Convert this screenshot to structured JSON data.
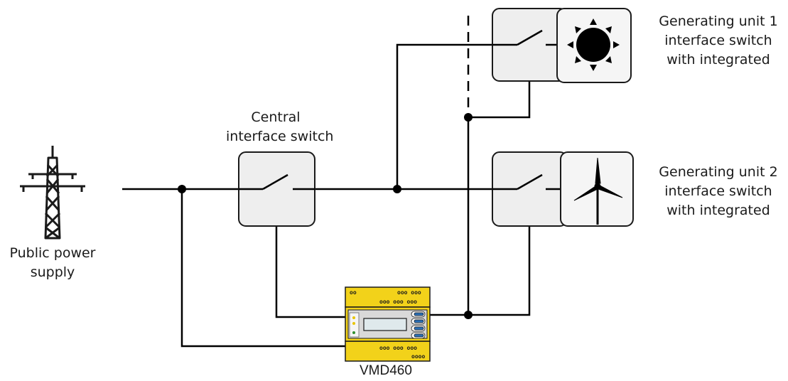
{
  "labels": {
    "public_supply": [
      "Public power",
      "supply"
    ],
    "central_switch": [
      "Central",
      "interface switch"
    ],
    "unit1": [
      "Generating unit 1",
      "interface switch",
      "with integrated"
    ],
    "unit2": [
      "Generating unit 2",
      "interface switch",
      "with integrated"
    ],
    "device": "VMD460"
  },
  "device": {
    "terminal_top_row1": [
      "oo",
      "ooo ooo"
    ],
    "terminal_top_row2": "ooo ooo ooo",
    "terminal_bottom_row1": "ooo ooo ooo",
    "terminal_bottom_row2": "oooo",
    "button_count": 4,
    "led_colors": [
      "#e8c400",
      "#e8c400",
      "#2f8f2f"
    ]
  },
  "colors": {
    "wire": "#000000",
    "switch_box": "#eeeeee",
    "box_stroke": "#1a1a1a",
    "device_body": "#f2d21a",
    "device_panel": "#d9d9d9",
    "display": "#dfe9ec",
    "button": "#2a6fb6"
  },
  "icons": [
    "power-pylon-icon",
    "sun-icon",
    "wind-turbine-icon"
  ]
}
